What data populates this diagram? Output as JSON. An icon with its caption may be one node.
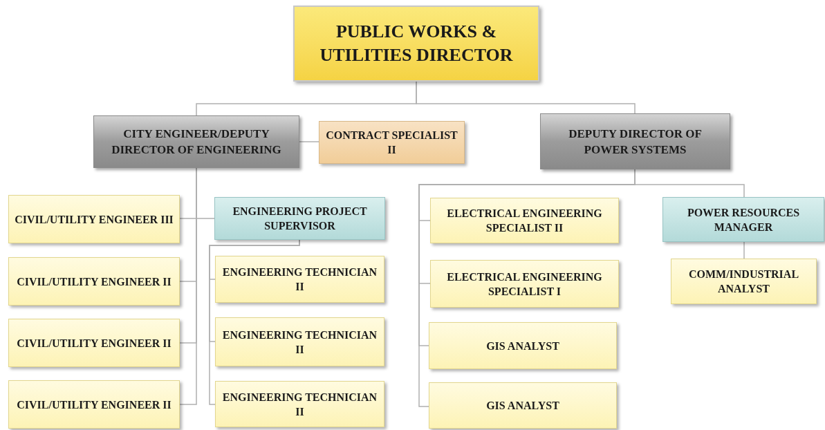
{
  "diagram": {
    "nodes": [
      {
        "text": [
          "PUBLIC WORKS & UTILITIES DIRECTOR"
        ]
      },
      {
        "text": [
          "CITY ENGINEER/DEPUTY DIRECTOR OF ENGINEERING"
        ]
      },
      {
        "text": [
          "CONTRACT SPECIALIST II"
        ]
      },
      {
        "text": [
          "DEPUTY DIRECTOR OF POWER SYSTEMS"
        ]
      },
      {
        "text": [
          "CIVIL/UTILITY ENGINEER III"
        ]
      },
      {
        "text": [
          "ENGINEERING PROJECT SUPERVISOR"
        ]
      },
      {
        "text": [
          "CIVIL/UTILITY ENGINEER II"
        ]
      },
      {
        "text": [
          "ENGINEERING TECHNICIAN II"
        ]
      },
      {
        "text": [
          "CIVIL/UTILITY ENGINEER II"
        ]
      },
      {
        "text": [
          "ENGINEERING TECHNICIAN II"
        ]
      },
      {
        "text": [
          "CIVIL/UTILITY ENGINEER II"
        ]
      },
      {
        "text": [
          "ENGINEERING TECHNICIAN II"
        ]
      },
      {
        "text": [
          "ELECTRICAL ENGINEERING SPECIALIST II"
        ]
      },
      {
        "text": [
          "POWER RESOURCES MANAGER"
        ]
      },
      {
        "text": [
          "ELECTRICAL ENGINEERING SPECIALIST I"
        ]
      },
      {
        "text": [
          "COMM/INDUSTRIAL ANALYST"
        ]
      },
      {
        "text": [
          "GIS ANALYST"
        ]
      },
      {
        "text": [
          "GIS ANALYST"
        ]
      }
    ],
    "edges": [
      {
        "from": 0,
        "to": 1,
        "arrow": "none"
      },
      {
        "from": 0,
        "to": 3,
        "arrow": "none"
      },
      {
        "from": 1,
        "to": 2,
        "arrow": "none"
      },
      {
        "from": 1,
        "to": 4,
        "arrow": "none"
      },
      {
        "from": 1,
        "to": 5,
        "arrow": "none"
      },
      {
        "from": 1,
        "to": 6,
        "arrow": "none"
      },
      {
        "from": 1,
        "to": 8,
        "arrow": "none"
      },
      {
        "from": 1,
        "to": 10,
        "arrow": "none"
      },
      {
        "from": 5,
        "to": 7,
        "arrow": "none"
      },
      {
        "from": 5,
        "to": 9,
        "arrow": "none"
      },
      {
        "from": 5,
        "to": 11,
        "arrow": "none"
      },
      {
        "from": 3,
        "to": 12,
        "arrow": "none"
      },
      {
        "from": 3,
        "to": 13,
        "arrow": "none"
      },
      {
        "from": 3,
        "to": 14,
        "arrow": "none"
      },
      {
        "from": 3,
        "to": 16,
        "arrow": "none"
      },
      {
        "from": 3,
        "to": 17,
        "arrow": "none"
      },
      {
        "from": 13,
        "to": 15,
        "arrow": "none"
      }
    ]
  }
}
